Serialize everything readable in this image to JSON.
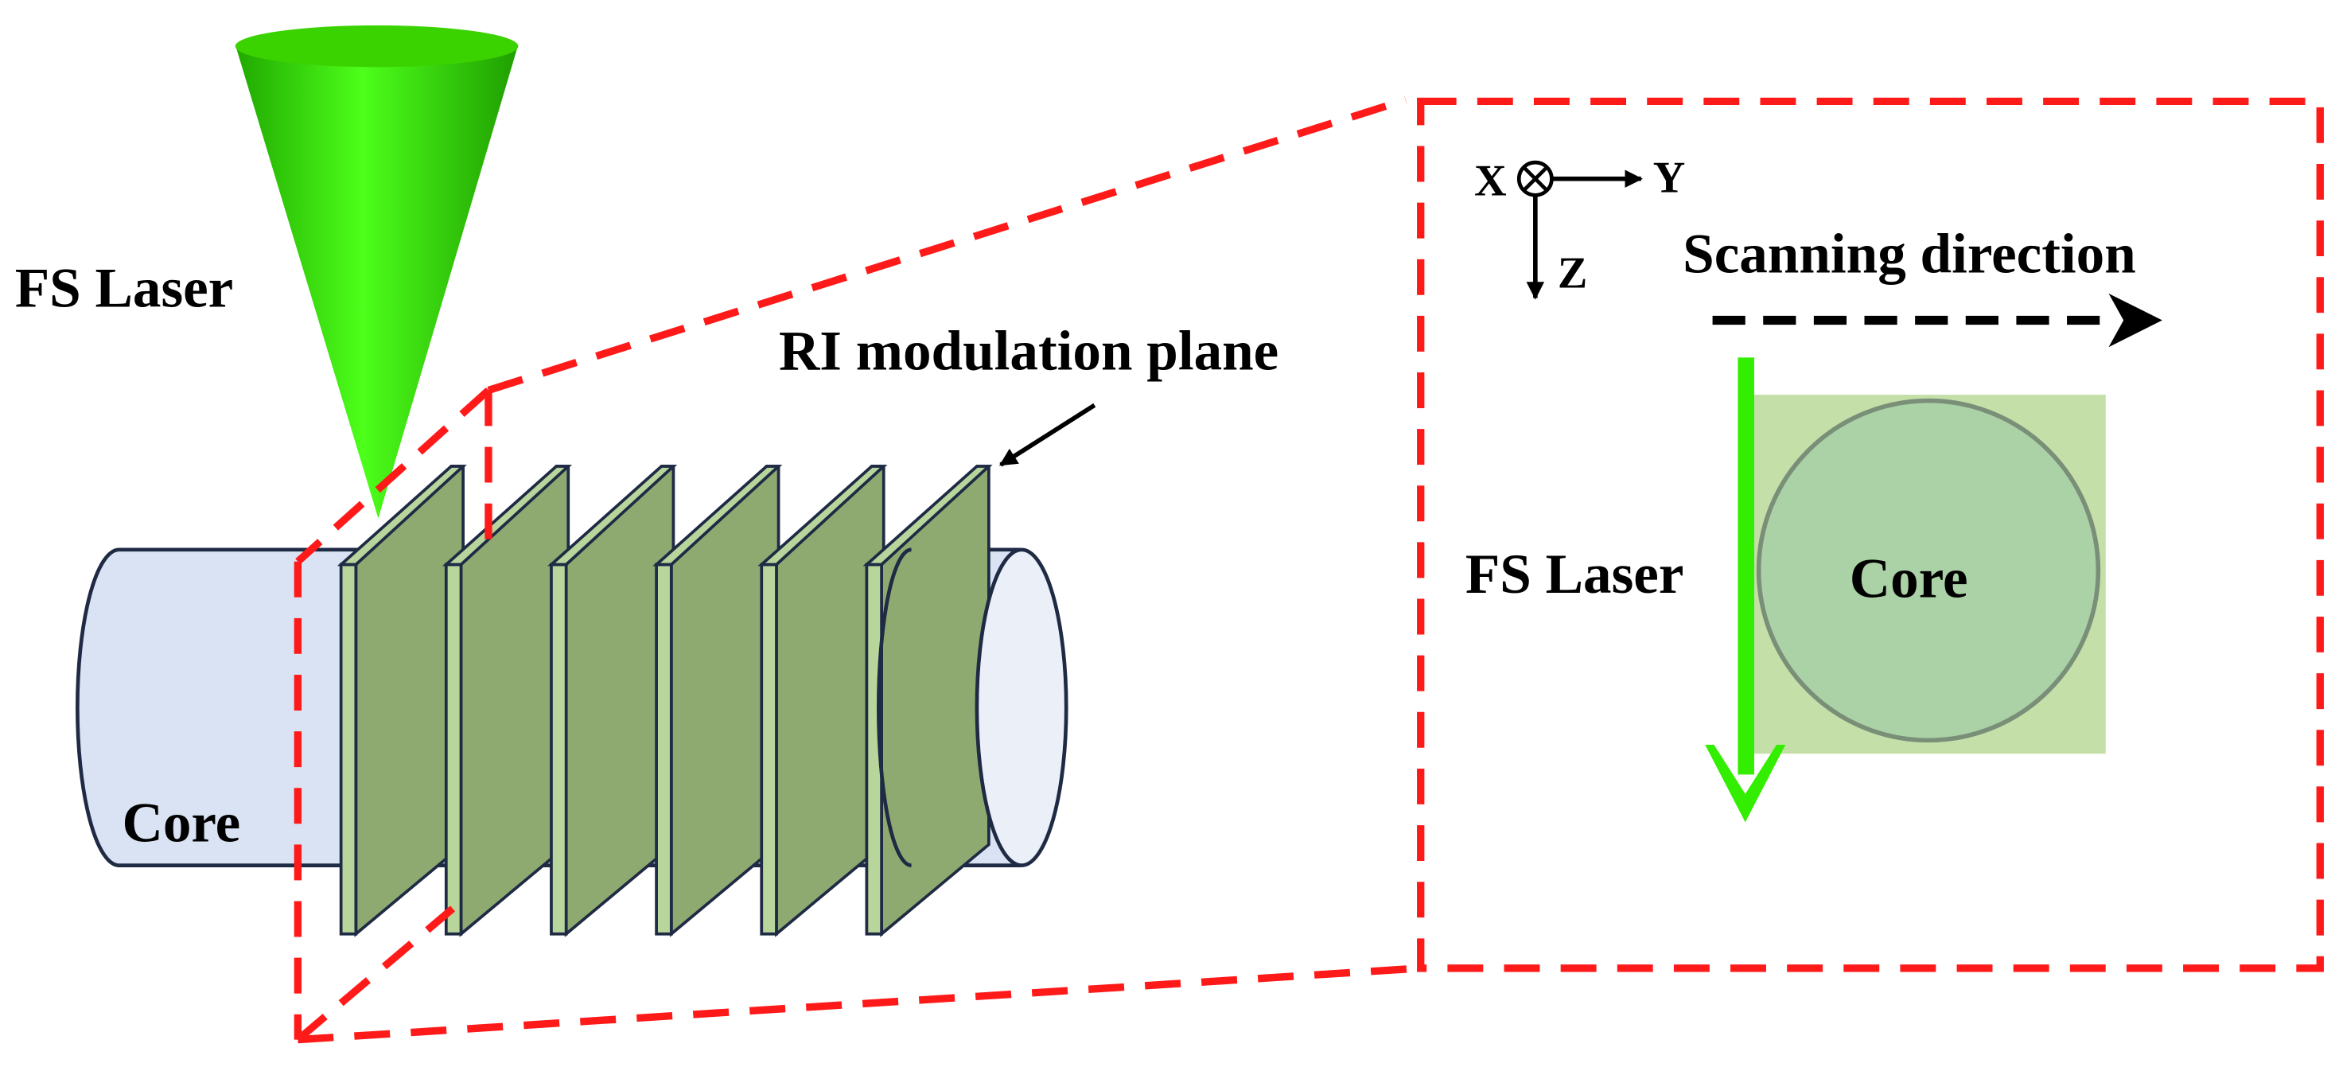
{
  "labels": {
    "fs_laser_left": "FS Laser",
    "ri_plane": "RI modulation plane",
    "core_left": "Core",
    "axis_x": "X",
    "axis_y": "Y",
    "axis_z": "Z",
    "scanning": "Scanning direction",
    "fs_laser_right": "FS Laser",
    "core_right": "Core"
  },
  "colors": {
    "laser_green": "#33ee00",
    "core_fill": "#dae3f3",
    "core_stroke": "#1f2a44",
    "plane_fill": "#8faa70",
    "plane_edge": "#b8d59c",
    "dash_red": "#ff1a1a",
    "square_fill": "#c4dfa8",
    "circle_fill": "#abd2a6"
  },
  "diagram": {
    "plane_count": 6
  }
}
